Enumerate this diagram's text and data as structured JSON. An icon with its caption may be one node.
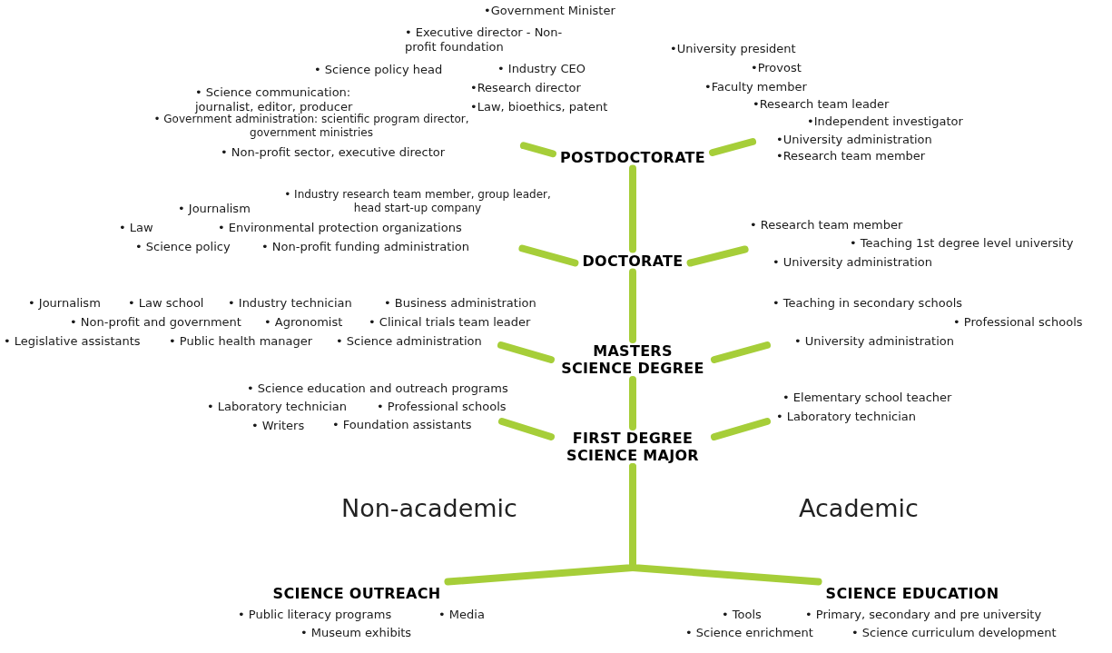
{
  "diagram": {
    "nodes": [
      {
        "text": [
          "POSTDOCTORATE"
        ]
      },
      {
        "text": [
          "DOCTORATE"
        ]
      },
      {
        "text": [
          "MASTERS SCIENCE DEGREE"
        ]
      },
      {
        "text": [
          "FIRST DEGREE SCIENCE MAJOR"
        ]
      },
      {
        "text": [
          "SCIENCE OUTREACH"
        ]
      },
      {
        "text": [
          "SCIENCE EDUCATION"
        ]
      }
    ],
    "edges": [
      {
        "from": 0,
        "to": 1,
        "arrow": "none"
      },
      {
        "from": 1,
        "to": 2,
        "arrow": "none"
      },
      {
        "from": 2,
        "to": 3,
        "arrow": "none"
      },
      {
        "from": 3,
        "to": 4,
        "arrow": "none"
      },
      {
        "from": 3,
        "to": 5,
        "arrow": "none"
      },
      {
        "from": 0,
        "to": null,
        "arrow": "none"
      },
      {
        "from": 0,
        "to": null,
        "arrow": "none"
      },
      {
        "from": 1,
        "to": null,
        "arrow": "none"
      },
      {
        "from": 1,
        "to": null,
        "arrow": "none"
      },
      {
        "from": 2,
        "to": null,
        "arrow": "none"
      },
      {
        "from": 2,
        "to": null,
        "arrow": "none"
      },
      {
        "from": 3,
        "to": null,
        "arrow": "none"
      },
      {
        "from": 3,
        "to": null,
        "arrow": "none"
      }
    ],
    "labels": [
      "•Government Minister",
      "• Executive director - Non-profit foundation",
      "•University president",
      "• Science policy head",
      "• Industry CEO",
      "•Provost",
      "• Science communication: journalist, editor, producer",
      "•Research director",
      "•Faculty member",
      "•Law, bioethics, patent",
      "•Research team leader",
      "• Government administration: scientific program director, government ministries",
      "•Independent investigator",
      "•University administration",
      "• Non-profit sector, executive director",
      "•Research team member",
      "• Journalism",
      "• Industry research team member, group leader, head start-up company",
      "• Law",
      "• Environmental protection organizations",
      "• Research team member",
      "• Science policy",
      "• Non-profit funding administration",
      "• Teaching 1st degree level university",
      "• University administration",
      "• Journalism",
      "• Law school",
      "• Industry technician",
      "• Business administration",
      "• Teaching in secondary schools",
      "• Non-profit and government",
      "• Agronomist",
      "• Clinical trials team leader",
      "• Professional schools",
      "• Legislative assistants",
      "• Public health manager",
      "• Science administration",
      "• University administration",
      "• Science education and outreach programs",
      "• Laboratory technician",
      "• Professional schools",
      "• Elementary school teacher",
      "• Writers",
      "• Foundation assistants",
      "• Laboratory technician",
      "Non-academic",
      "Academic",
      "• Public literacy programs",
      "• Media",
      "• Tools",
      "• Primary, secondary and pre university",
      "• Museum exhibits",
      "• Science enrichment",
      "• Science curriculum development"
    ]
  }
}
